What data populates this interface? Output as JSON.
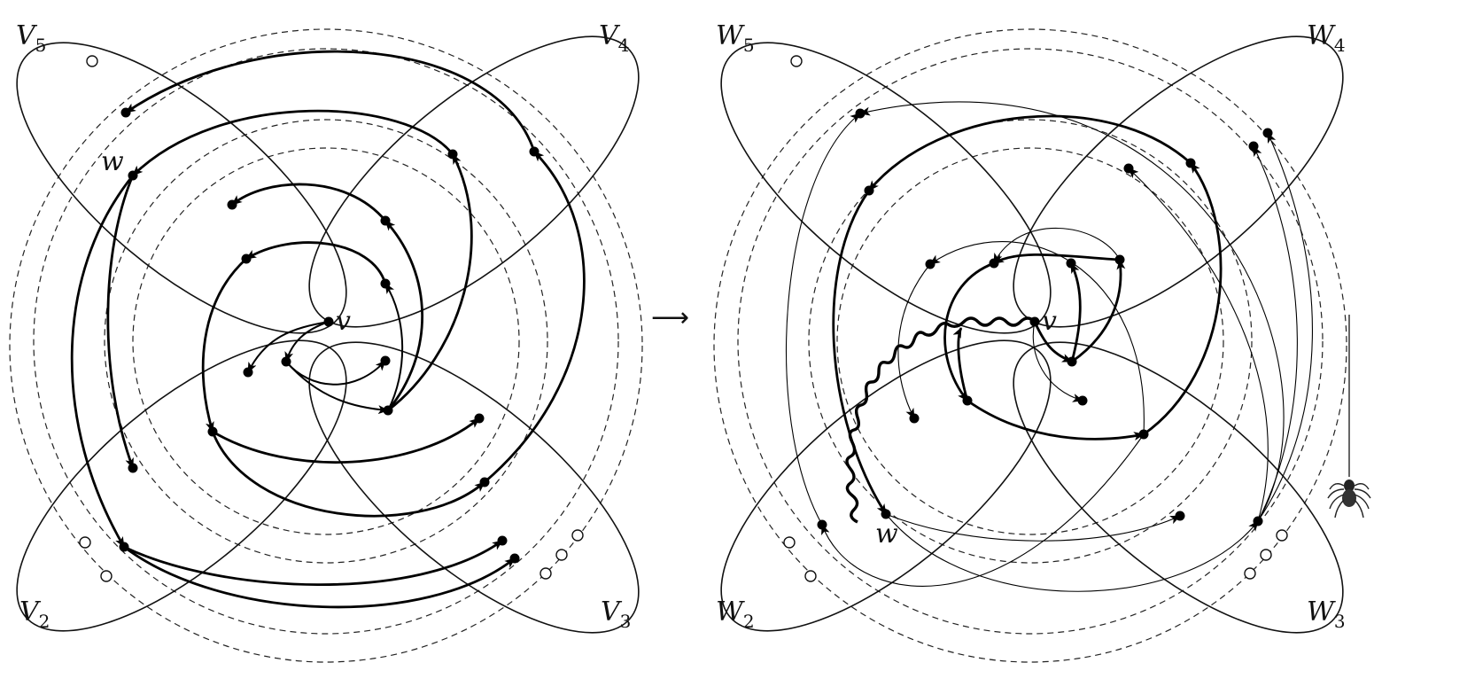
{
  "left_panel": {
    "labels": {
      "v5": {
        "main": "V",
        "sub": "5"
      },
      "v4": {
        "main": "V",
        "sub": "4"
      },
      "v2": {
        "main": "V",
        "sub": "2"
      },
      "v3": {
        "main": "V",
        "sub": "3"
      },
      "w": "w",
      "v": "v"
    }
  },
  "right_panel": {
    "labels": {
      "w5": {
        "main": "W",
        "sub": "5"
      },
      "w4": {
        "main": "W",
        "sub": "4"
      },
      "w2": {
        "main": "W",
        "sub": "2"
      },
      "w3": {
        "main": "W",
        "sub": "3"
      },
      "w": "w",
      "v": "v"
    }
  },
  "transition_arrow": "⟶",
  "spider_icon": "spider"
}
